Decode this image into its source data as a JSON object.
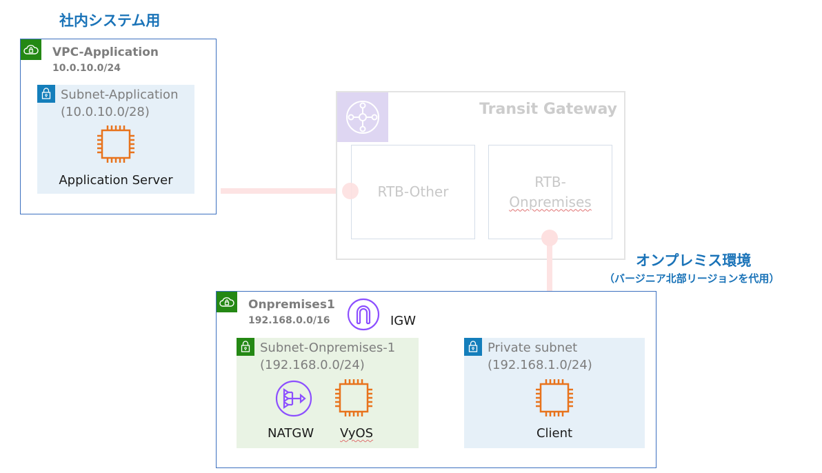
{
  "labels": {
    "internal_title": "社内システム用",
    "onprem_title": "オンプレミス環境",
    "onprem_subtitle": "（バージニア北部リージョンを代用）"
  },
  "vpc_application": {
    "name": "VPC-Application",
    "cidr": "10.0.10.0/24",
    "icon": "vpc-cloud-lock-icon",
    "subnet": {
      "name": "Subnet-Application",
      "cidr": "(10.0.10.0/28)",
      "icon": "private-subnet-lock-icon",
      "resources": [
        {
          "label": "Application Server",
          "icon": "ec2-instance-icon"
        }
      ]
    }
  },
  "transit_gateway": {
    "title": "Transit Gateway",
    "icon": "transit-gateway-icon",
    "route_tables": [
      {
        "label": "RTB-Other"
      },
      {
        "label_line1": "RTB-",
        "label_line2": "Onpremises"
      }
    ]
  },
  "vpc_onpremises": {
    "name": "Onpremises1",
    "cidr": "192.168.0.0/16",
    "icon": "vpc-cloud-lock-icon",
    "igw": {
      "label": "IGW",
      "icon": "internet-gateway-icon"
    },
    "subnets": [
      {
        "name": "Subnet-Onpremises-1",
        "cidr": "(192.168.0.0/24)",
        "icon": "public-subnet-lock-icon",
        "resources": [
          {
            "label": "NATGW",
            "icon": "nat-gateway-icon"
          },
          {
            "label": "VyOS",
            "icon": "ec2-instance-icon"
          }
        ]
      },
      {
        "name": "Private subnet",
        "cidr": "(192.168.1.0/24)",
        "icon": "private-subnet-lock-icon",
        "resources": [
          {
            "label": "Client",
            "icon": "ec2-instance-icon"
          }
        ]
      }
    ]
  },
  "colors": {
    "title_blue": "#1a73b8",
    "vpc_border": "#3b6fbf",
    "vpc_badge_green": "#248814",
    "private_subnet_bg": "#e6f0f8",
    "public_subnet_bg": "#e9f3e4",
    "ec2_orange": "#e8731c",
    "nat_purple": "#8c4fff",
    "tgw_badge_bg": "#ded6f2",
    "connection_pink": "#fde3e3"
  }
}
